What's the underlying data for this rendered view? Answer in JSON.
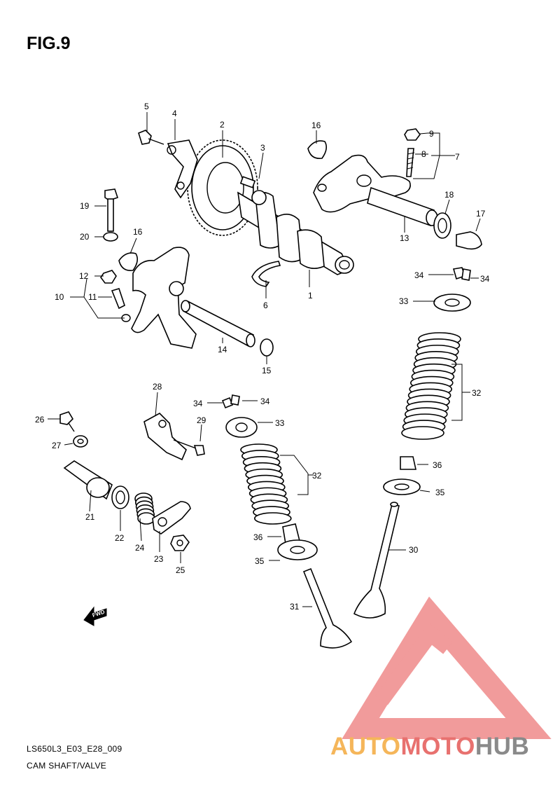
{
  "figure": {
    "title": "FIG.9"
  },
  "footer": {
    "code": "LS650L3_E03_E28_009",
    "subtitle": "CAM SHAFT/VALVE"
  },
  "direction_marker": {
    "label": "FWD"
  },
  "logo": {
    "part1": "AUTO",
    "part2": "MOTO",
    "part3": "HUB",
    "colors": {
      "auto": "#f5b65a",
      "moto": "#e8716f",
      "hub": "#8a8a8a",
      "triangle": "#ef8080"
    }
  },
  "callouts": [
    "1",
    "2",
    "3",
    "4",
    "5",
    "6",
    "7",
    "8",
    "9",
    "10",
    "11",
    "12",
    "13",
    "14",
    "15",
    "16",
    "16",
    "17",
    "18",
    "19",
    "20",
    "21",
    "22",
    "23",
    "24",
    "25",
    "26",
    "27",
    "28",
    "29",
    "30",
    "31",
    "32",
    "32",
    "33",
    "33",
    "34",
    "34",
    "34",
    "34",
    "35",
    "35",
    "36",
    "36"
  ]
}
